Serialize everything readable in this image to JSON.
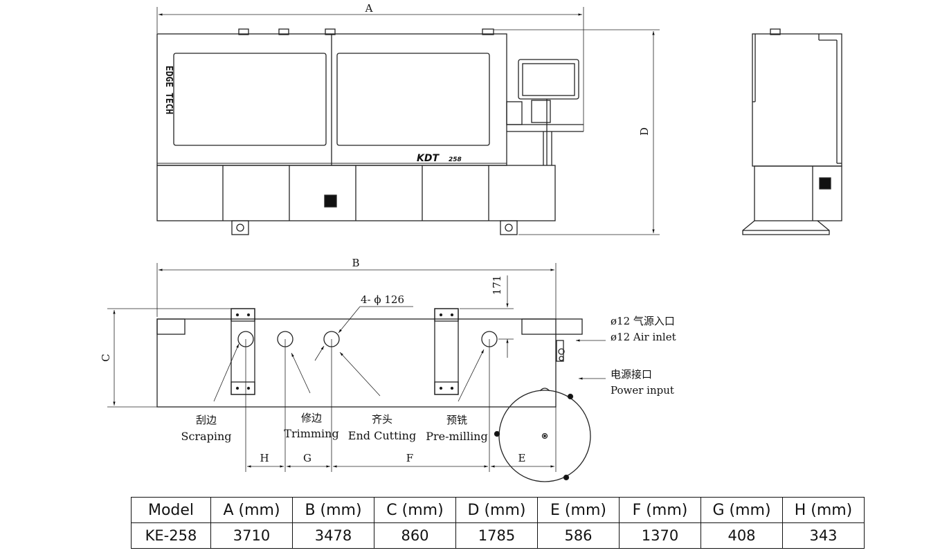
{
  "drawing": {
    "dimensions": {
      "A": "A",
      "B": "B",
      "C": "C",
      "D": "D",
      "E": "E",
      "F": "F",
      "G": "G",
      "H": "H",
      "v171": "171",
      "holes": "4- ϕ 126"
    },
    "machine_brand": "KDT",
    "machine_side_label": "EDGE TECH",
    "annotations": {
      "air_cn": "ø12 气源入口",
      "air_en": "ø12 Air inlet",
      "power_cn": "电源接口",
      "power_en": "Power input"
    },
    "stations": [
      {
        "cn": "刮边",
        "en": "Scraping"
      },
      {
        "cn": "修边",
        "en": "Trimming"
      },
      {
        "cn": "齐头",
        "en": "End Cutting"
      },
      {
        "cn": "预铣",
        "en": "Pre-milling"
      }
    ]
  },
  "table": {
    "headers": [
      "Model",
      "A (mm)",
      "B (mm)",
      "C (mm)",
      "D (mm)",
      "E (mm)",
      "F (mm)",
      "G (mm)",
      "H (mm)"
    ],
    "rows": [
      [
        "KE-258",
        "3710",
        "3478",
        "860",
        "1785",
        "586",
        "1370",
        "408",
        "343"
      ]
    ]
  }
}
